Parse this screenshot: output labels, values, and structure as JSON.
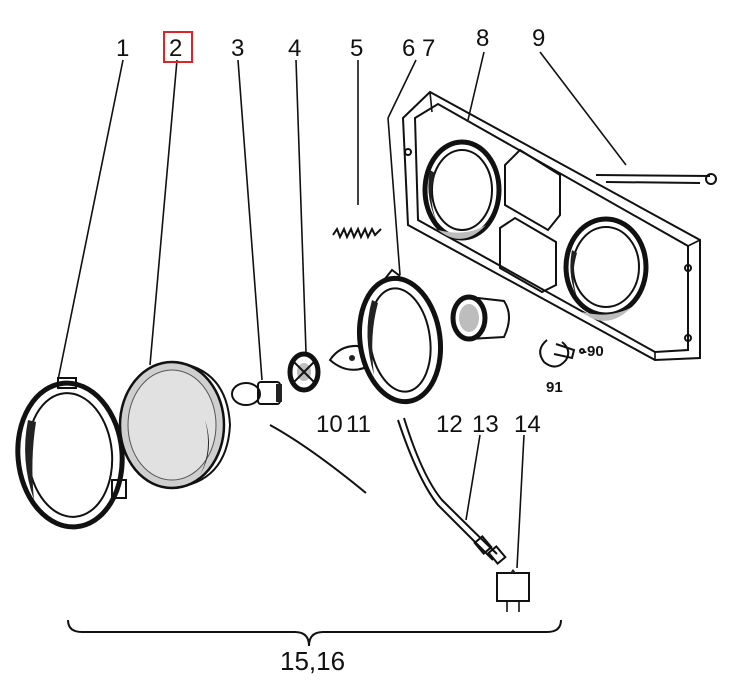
{
  "labels": {
    "l1": "1",
    "l2": "2",
    "l3": "3",
    "l4": "4",
    "l5": "5",
    "l67": "6 7",
    "l8": "8",
    "l9": "9",
    "l10": "10",
    "l11": "11",
    "l12": "12",
    "l13": "13",
    "l14": "14",
    "l90": "-90",
    "l91": "91",
    "l1516": "15,16"
  },
  "highlight": {
    "label": "2",
    "color": "#d9262c"
  },
  "colors": {
    "ink": "#111111",
    "shade": "#bdbdbd",
    "background": "#ffffff"
  }
}
